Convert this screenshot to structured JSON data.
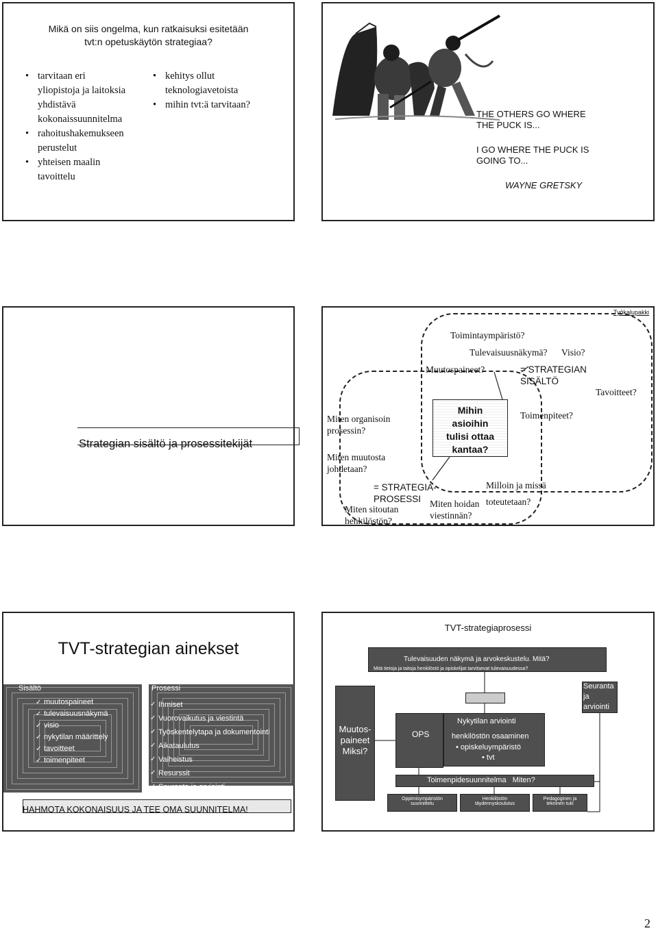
{
  "page_number": "2",
  "slide1": {
    "title_line1": "Mikä on siis ongelma, kun ratkaisuksi esitetään",
    "title_line2": "tvt:n opetuskäytön strategiaa?",
    "left_bullets": [
      [
        "tarvitaan eri",
        "yliopistoja ja laitoksia",
        "yhdistävä",
        "kokonaissuunnitelma"
      ],
      [
        "rahoitushakemukseen",
        "perustelut"
      ],
      [
        "yhteisen maalin",
        "tavoittelu"
      ]
    ],
    "right_bullets": [
      [
        "kehitys ollut",
        "teknologiavetoista"
      ],
      [
        "mihin tvt:ä tarvitaan?"
      ]
    ],
    "quote1": [
      "THE OTHERS GO  WHERE",
      "THE PUCK IS..."
    ],
    "quote2": [
      "I GO WHERE THE PUCK IS",
      "GOING TO..."
    ],
    "author": "WAYNE GRETSKY"
  },
  "slide2": {
    "left_title": "Strategian sisältö ja prosessitekijät",
    "tyokalupakki": "Työkalupakki",
    "toimintaymparisto": "Toimintaympäristö?",
    "tulevaisuusnakyma": "Tulevaisuusnäkymä?",
    "visio": "Visio?",
    "muutospaineet": "Muutospaineet?",
    "strategian_sisalto": [
      "= STRATEGIAN",
      "SISÄLTÖ"
    ],
    "tavoitteet": "Tavoitteet?",
    "toimenpiteet": "Toimenpiteet?",
    "center_box": [
      "Mihin",
      "asioihin",
      "tulisi ottaa",
      "kantaa?"
    ],
    "organisoin": [
      "Miten organisoin",
      "prosessin?"
    ],
    "muutosta": [
      "Miten muutosta",
      "johdetaan?"
    ],
    "strategiaprosessi": [
      "= STRATEGIA-",
      "PROSESSI"
    ],
    "sitoutan": [
      "Miten sitoutan",
      "henkilöstön?"
    ],
    "viestinnan": [
      "Miten hoidan",
      "viestinnän?"
    ],
    "milloin": [
      "Milloin ja missä",
      "toteutetaan?"
    ]
  },
  "slide3": {
    "title": "TVT-strategian ainekset",
    "sisalto_label": "Sisältö",
    "sisalto_items": [
      "muutospaineet",
      "tulevaisuusnäkymä",
      "visio",
      "nykytilan määrittely",
      "tavoitteet",
      "toimenpiteet"
    ],
    "prosessi_label": "Prosessi",
    "prosessi_items": [
      "Ihmiset",
      "Vuorovaikutus ja viestintä",
      "Työskentelytapa ja dokumentointi",
      "Aikataulutus",
      "Vaiheistus",
      "Resurssit",
      "Seuranta ja arviointi"
    ],
    "bottom_banner": "HAHMOTA KOKONAISUUS JA TEE OMA SUUNNITELMA!"
  },
  "slide4": {
    "title": "TVT-strategiaprosessi",
    "top_line1": "Tulevaisuuden näkymä ja arvokeskustelu. Mitä?",
    "top_line2": "Mitä tietoja ja taitoja henkilöstö ja opiskelijat tarvitsevat tulevaisuudessa?",
    "seuranta": [
      "Seuranta",
      "ja",
      "arviointi"
    ],
    "muutospaineet": [
      "Muutos-",
      "paineet",
      "Miksi?"
    ],
    "ops": "OPS",
    "nykytilan": "Nykytilan arviointi",
    "osaaminen": "henkilöstön osaaminen",
    "opiskeluymparisto": "opiskeluympäristö",
    "tvt": "tvt",
    "toimenpide": "Toimenpidesuunnitelma   Miten?",
    "bottom1": [
      "Oppimisympäristön",
      "suunnittelu"
    ],
    "bottom2": [
      "Henkilöstön",
      "täydennyskoulutus"
    ],
    "bottom3": [
      "Pedagoginen ja",
      "tekninen tuki"
    ]
  }
}
